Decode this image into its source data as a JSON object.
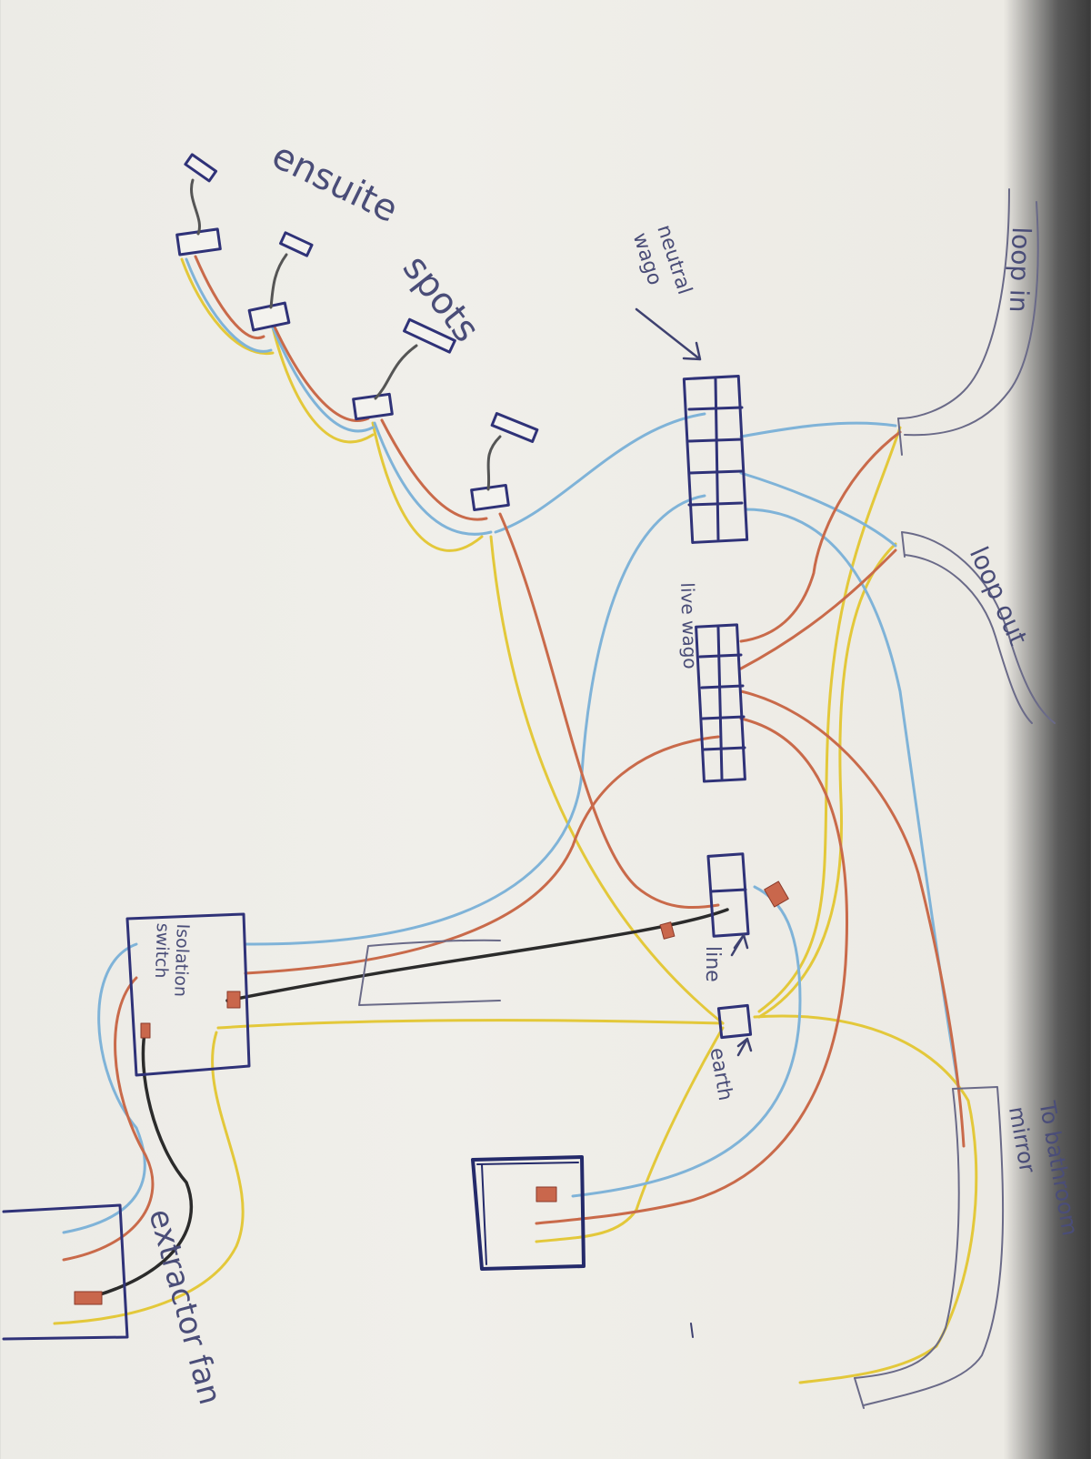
{
  "labels": {
    "ensuite": "ensuite",
    "spots": "spots",
    "neutral_wago": "neutral wago",
    "live_wago": "live wago",
    "loop_in": "loop in",
    "loop_out": "loop out",
    "isolation_switch": "Isolation switch",
    "line": "line",
    "earth": "earth",
    "extractor_fan": "extractor fan",
    "to_bathroom_mirror": "To bathroom mirror"
  },
  "colors": {
    "neutral": "#7fb3d8",
    "live": "#c96a4a",
    "earth": "#e3c83a",
    "switched": "#2b2b2b",
    "outline": "#2f3278",
    "cable": "#6a6a88",
    "paper": "#efeee9"
  }
}
